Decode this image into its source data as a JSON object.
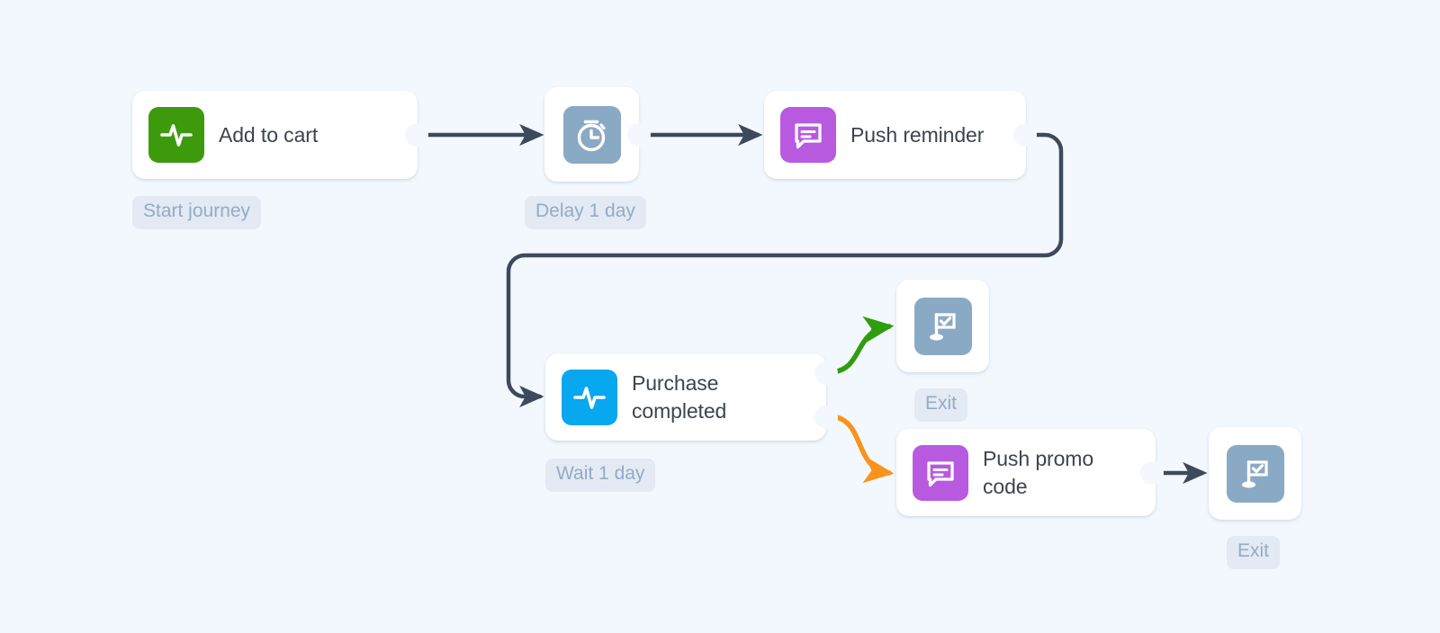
{
  "canvas": {
    "background": "#f3f8fe",
    "title": "Customer journey flow canvas"
  },
  "palette": {
    "event_green": "#3d9a0d",
    "event_blue": "#07a8f0",
    "push_purple": "#b85ae0",
    "system_slate": "#8aa9c4",
    "edge_dark": "#3e4a5c",
    "edge_green": "#2f9e0c",
    "edge_orange": "#f8941d",
    "card_white": "#ffffff",
    "chip_bg": "#e3eaf3",
    "chip_text": "#93abc6",
    "title_text": "#3d4450"
  },
  "nodes": [
    {
      "id": "add-to-cart",
      "title": "Add to cart",
      "icon": "pulse-icon",
      "tile_color": "#3d9a0d",
      "shape": "wide",
      "caption": "Start journey"
    },
    {
      "id": "delay",
      "title": "",
      "icon": "stopwatch-icon",
      "tile_color": "#8aa9c4",
      "shape": "square",
      "caption": "Delay 1 day"
    },
    {
      "id": "push-reminder",
      "title": "Push reminder",
      "icon": "push-message-icon",
      "tile_color": "#b85ae0",
      "shape": "wide",
      "caption": ""
    },
    {
      "id": "purchase-completed",
      "title": "Purchase\ncompleted",
      "icon": "pulse-icon",
      "tile_color": "#07a8f0",
      "shape": "wide",
      "caption": "Wait 1 day"
    },
    {
      "id": "exit-top",
      "title": "",
      "icon": "flag-check-icon",
      "tile_color": "#8aa9c4",
      "shape": "square",
      "caption": "Exit"
    },
    {
      "id": "push-promo-code",
      "title": "Push promo\ncode",
      "icon": "push-message-icon",
      "tile_color": "#b85ae0",
      "shape": "wide",
      "caption": ""
    },
    {
      "id": "exit-bottom",
      "title": "",
      "icon": "flag-check-icon",
      "tile_color": "#8aa9c4",
      "shape": "square",
      "caption": "Exit"
    }
  ],
  "edges": [
    {
      "id": "e1",
      "from": "add-to-cart",
      "to": "delay",
      "color": "#3e4a5c",
      "branch": ""
    },
    {
      "id": "e2",
      "from": "delay",
      "to": "push-reminder",
      "color": "#3e4a5c",
      "branch": ""
    },
    {
      "id": "e3",
      "from": "push-reminder",
      "to": "purchase-completed",
      "color": "#3e4a5c",
      "branch": ""
    },
    {
      "id": "e4",
      "from": "purchase-completed",
      "to": "exit-top",
      "color": "#2f9e0c",
      "branch": "yes"
    },
    {
      "id": "e5",
      "from": "purchase-completed",
      "to": "push-promo-code",
      "color": "#f8941d",
      "branch": "no"
    },
    {
      "id": "e6",
      "from": "push-promo-code",
      "to": "exit-bottom",
      "color": "#3e4a5c",
      "branch": ""
    }
  ]
}
